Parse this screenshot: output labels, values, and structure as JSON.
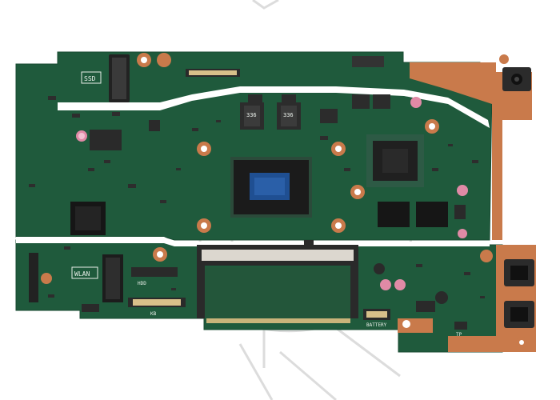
{
  "photo": {
    "subject": "laptop-motherboard",
    "silkscreen": {
      "ssd": "SSD",
      "wlan": "WLAN",
      "battery": "BATTERY",
      "kb": "KB",
      "tp": "TP",
      "hdd": "HDD"
    },
    "chips": {
      "inductor_codes": [
        "336",
        "336"
      ]
    },
    "watermark": "stamp-outline"
  },
  "colors": {
    "pcb_green": "#1f5a3c",
    "pcb_dark": "#154a30",
    "copper_pad": "#c97a4b",
    "chip_black": "#1b1b1b",
    "cpu_die_blue": "#1f4f92",
    "background": "#ffffff",
    "watermark_gray": "#d9d9d9"
  }
}
